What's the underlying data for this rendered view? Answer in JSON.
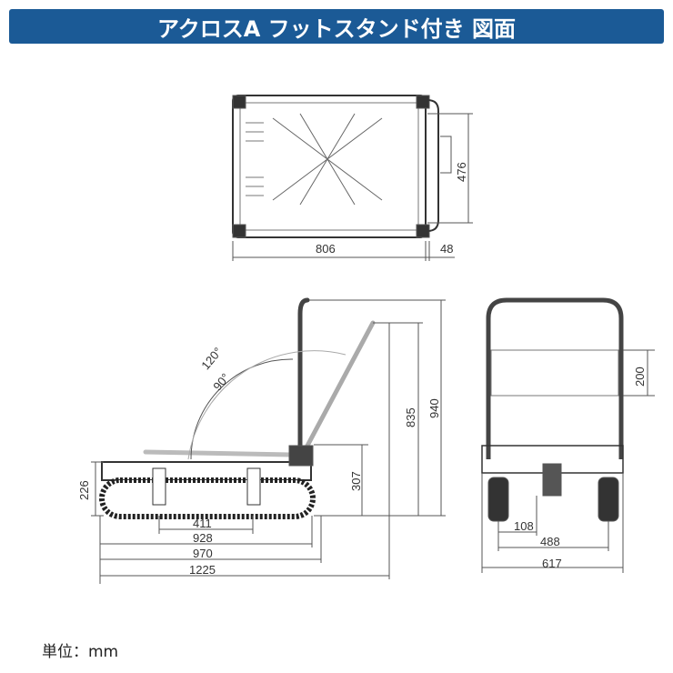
{
  "title": "アクロスA フットスタンド付き 図面",
  "unit_label": "単位：mm",
  "top_view": {
    "width": "806",
    "depth": "476",
    "handle_offset": "48"
  },
  "side_view": {
    "angle_120": "120°",
    "angle_90": "90°",
    "height_folded_span": "411",
    "length_928": "928",
    "length_970": "970",
    "length_1225": "1225",
    "height_226": "226",
    "height_307": "307",
    "height_835": "835",
    "height_940": "940"
  },
  "front_view": {
    "handle_height": "200",
    "width_108": "108",
    "width_488": "488",
    "width_617": "617"
  },
  "colors": {
    "banner": "#1b5a96",
    "line": "#555555"
  }
}
